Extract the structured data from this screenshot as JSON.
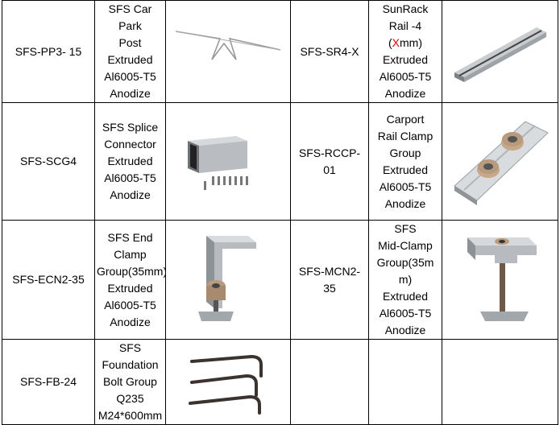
{
  "rows": [
    {
      "left": {
        "code": "SFS-PP3- 15",
        "desc": [
          "SFS Car Park",
          "Post",
          "Extruded",
          "Al6005-T5",
          "Anodize"
        ],
        "image": "car-park-post-drawing"
      },
      "right": {
        "code": "SFS-SR4-X",
        "desc_pre": "SunRack",
        "desc_line2a": "Rail -4",
        "desc_paren_open": "(",
        "desc_x": "X",
        "desc_paren_close": "mm)",
        "desc_rest": [
          "Extruded",
          "Al6005-T5",
          "Anodize"
        ],
        "image": "sunrack-rail-image"
      }
    },
    {
      "left": {
        "code": "SFS-SCG4",
        "desc": [
          "SFS Splice",
          "Connector",
          "Extruded",
          "Al6005-T5",
          "Anodize"
        ],
        "image": "splice-connector-image"
      },
      "right": {
        "code_line1": "SFS-RCCP-",
        "code_line2": "01",
        "desc": [
          "Carport",
          "Rail Clamp",
          "Group",
          "Extruded",
          "Al6005-T5",
          "Anodize"
        ],
        "image": "rail-clamp-image"
      }
    },
    {
      "left": {
        "code": "SFS-ECN2-35",
        "desc": [
          "SFS End",
          "Clamp",
          "Group(35mm)",
          "Extruded",
          "Al6005-T5",
          "Anodize"
        ],
        "image": "end-clamp-image"
      },
      "right": {
        "code_line1": "SFS-MCN2-",
        "code_line2": "35",
        "desc": [
          "SFS",
          "Mid-Clamp",
          "Group(35m",
          "m)",
          "Extruded",
          "Al6005-T5",
          "Anodize"
        ],
        "image": "mid-clamp-image"
      }
    },
    {
      "left": {
        "code": "SFS-FB-24",
        "desc": [
          "SFS",
          "Foundation",
          "Bolt Group",
          "Q235",
          "M24*600mm"
        ],
        "image": "foundation-bolt-image"
      },
      "right": {
        "code": "",
        "desc": [],
        "image": ""
      }
    }
  ],
  "colors": {
    "accent_red": "#e00000",
    "border": "#000000",
    "metal": "#b8bcc0"
  }
}
